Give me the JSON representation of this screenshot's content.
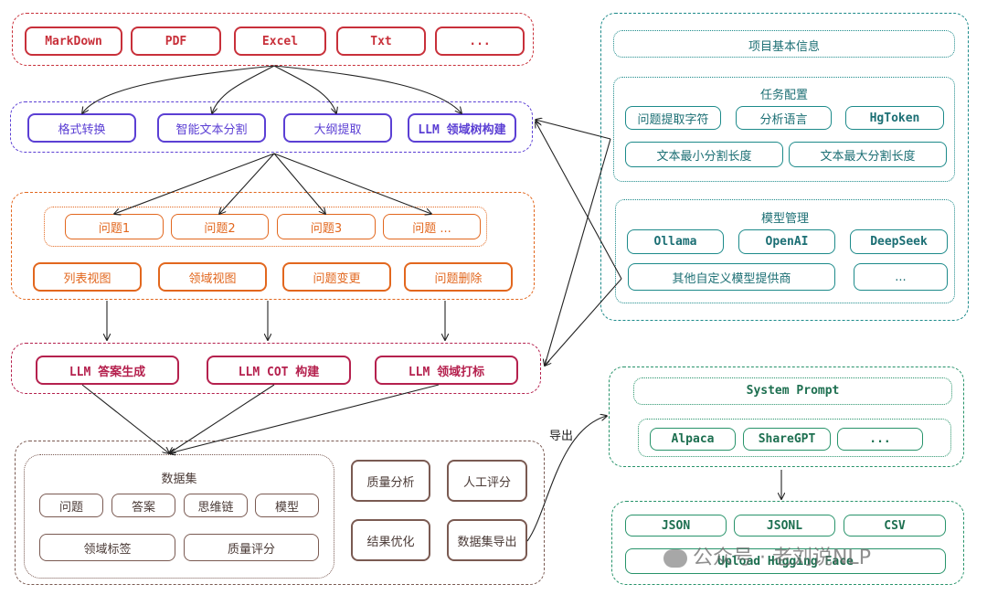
{
  "formats": [
    "MarkDown",
    "PDF",
    "Excel",
    "Txt",
    "..."
  ],
  "processing": [
    "格式转换",
    "智能文本分割",
    "大纲提取",
    "LLM 领域树构建"
  ],
  "questions": {
    "items": [
      "问题1",
      "问题2",
      "问题3",
      "问题 ..."
    ],
    "actions": [
      "列表视图",
      "领域视图",
      "问题变更",
      "问题删除"
    ]
  },
  "llm_tasks": [
    "LLM 答案生成",
    "LLM COT 构建",
    "LLM 领域打标"
  ],
  "dataset": {
    "title": "数据集",
    "fields": [
      "问题",
      "答案",
      "思维链",
      "模型",
      "领域标签",
      "质量评分"
    ],
    "actions": [
      "质量分析",
      "人工评分",
      "结果优化",
      "数据集导出"
    ]
  },
  "project": {
    "info": "项目基本信息",
    "task_config": {
      "title": "任务配置",
      "items": [
        "问题提取字符",
        "分析语言",
        "HgToken",
        "文本最小分割长度",
        "文本最大分割长度"
      ]
    },
    "model_mgmt": {
      "title": "模型管理",
      "items": [
        "Ollama",
        "OpenAI",
        "DeepSeek",
        "其他自定义模型提供商",
        "..."
      ]
    }
  },
  "export": {
    "label": "导出",
    "system_prompt": "System Prompt",
    "formats": [
      "Alpaca",
      "ShareGPT",
      "..."
    ],
    "file_types": [
      "JSON",
      "JSONL",
      "CSV"
    ],
    "upload": "Upload Hugging Face"
  },
  "watermark": "公众号 · 老刘说NLP",
  "colors": {
    "formats": "#c8303a",
    "processing": "#5b3fd4",
    "questions": "#e2671e",
    "llm": "#b5214e",
    "dataset": "#7a5a52",
    "project": "#1c8a8a",
    "export": "#27936a"
  }
}
